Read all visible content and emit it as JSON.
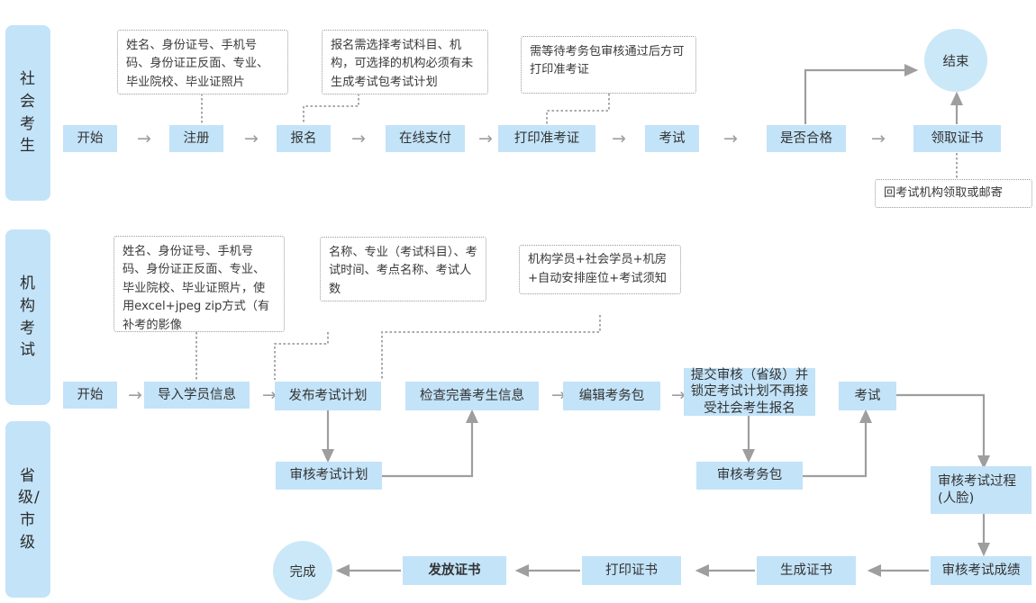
{
  "lanes": [
    {
      "id": "lane-social",
      "label": "社会考生"
    },
    {
      "id": "lane-org",
      "label": "机构考试"
    },
    {
      "id": "lane-prov",
      "label": "省级/市级"
    }
  ],
  "row1": {
    "nodes": [
      {
        "id": "r1-start",
        "label": "开始"
      },
      {
        "id": "r1-register",
        "label": "注册"
      },
      {
        "id": "r1-signup",
        "label": "报名"
      },
      {
        "id": "r1-pay",
        "label": "在线支付"
      },
      {
        "id": "r1-print-ticket",
        "label": "打印准考证"
      },
      {
        "id": "r1-exam",
        "label": "考试"
      },
      {
        "id": "r1-pass",
        "label": "是否合格"
      },
      {
        "id": "r1-get-cert",
        "label": "领取证书"
      }
    ],
    "end_circle": "结束",
    "notes": [
      {
        "id": "note-register",
        "text": "姓名、身份证号、手机号码、身份证正反面、专业、毕业院校、毕业证照片"
      },
      {
        "id": "note-signup",
        "text": "报名需选择考试科目、机构，可选择的机构必须有未生成考试包考试计划"
      },
      {
        "id": "note-print-ticket",
        "text": "需等待考务包审核通过后方可打印准考证"
      },
      {
        "id": "note-get-cert",
        "text": "回考试机构领取或邮寄"
      }
    ]
  },
  "row2": {
    "nodes": [
      {
        "id": "r2-start",
        "label": "开始"
      },
      {
        "id": "r2-import",
        "label": "导入学员信息"
      },
      {
        "id": "r2-publish-plan",
        "label": "发布考试计划"
      },
      {
        "id": "r2-check-info",
        "label": "检查完善考生信息"
      },
      {
        "id": "r2-edit-pack",
        "label": "编辑考务包"
      },
      {
        "id": "r2-submit-lock",
        "label": "提交审核（省级）并锁定考试计划不再接受社会考生报名"
      },
      {
        "id": "r2-exam",
        "label": "考试"
      },
      {
        "id": "r2-audit-plan",
        "label": "审核考试计划"
      },
      {
        "id": "r2-audit-pack",
        "label": "审核考务包"
      },
      {
        "id": "r2-audit-process",
        "label": "审核考试过程(人脸)"
      }
    ],
    "notes": [
      {
        "id": "note-import",
        "text": "姓名、身份证号、手机号码、身份证正反面、专业、毕业院校、毕业证照片，使用excel+jpeg zip方式（有补考的影像"
      },
      {
        "id": "note-plan",
        "text": "名称、专业（考试科目）、考试时间、考点名称、考试人数"
      },
      {
        "id": "note-pack",
        "text": "机构学员+社会学员+机房+自动安排座位+考试须知"
      }
    ]
  },
  "row3": {
    "nodes": [
      {
        "id": "r3-audit-score",
        "label": "审核考试成绩"
      },
      {
        "id": "r3-gen-cert",
        "label": "生成证书"
      },
      {
        "id": "r3-print-cert",
        "label": "打印证书"
      },
      {
        "id": "r3-issue-cert",
        "label": "发放证书"
      }
    ],
    "done_circle": "完成"
  },
  "colors": {
    "node_fill": "#c3e3f8",
    "circle_fill": "#cbe8f8",
    "lane_fill": "#c3e3f8",
    "connector": "#9e9e9e",
    "note_border": "#9a9a9a",
    "text": "#333333"
  }
}
